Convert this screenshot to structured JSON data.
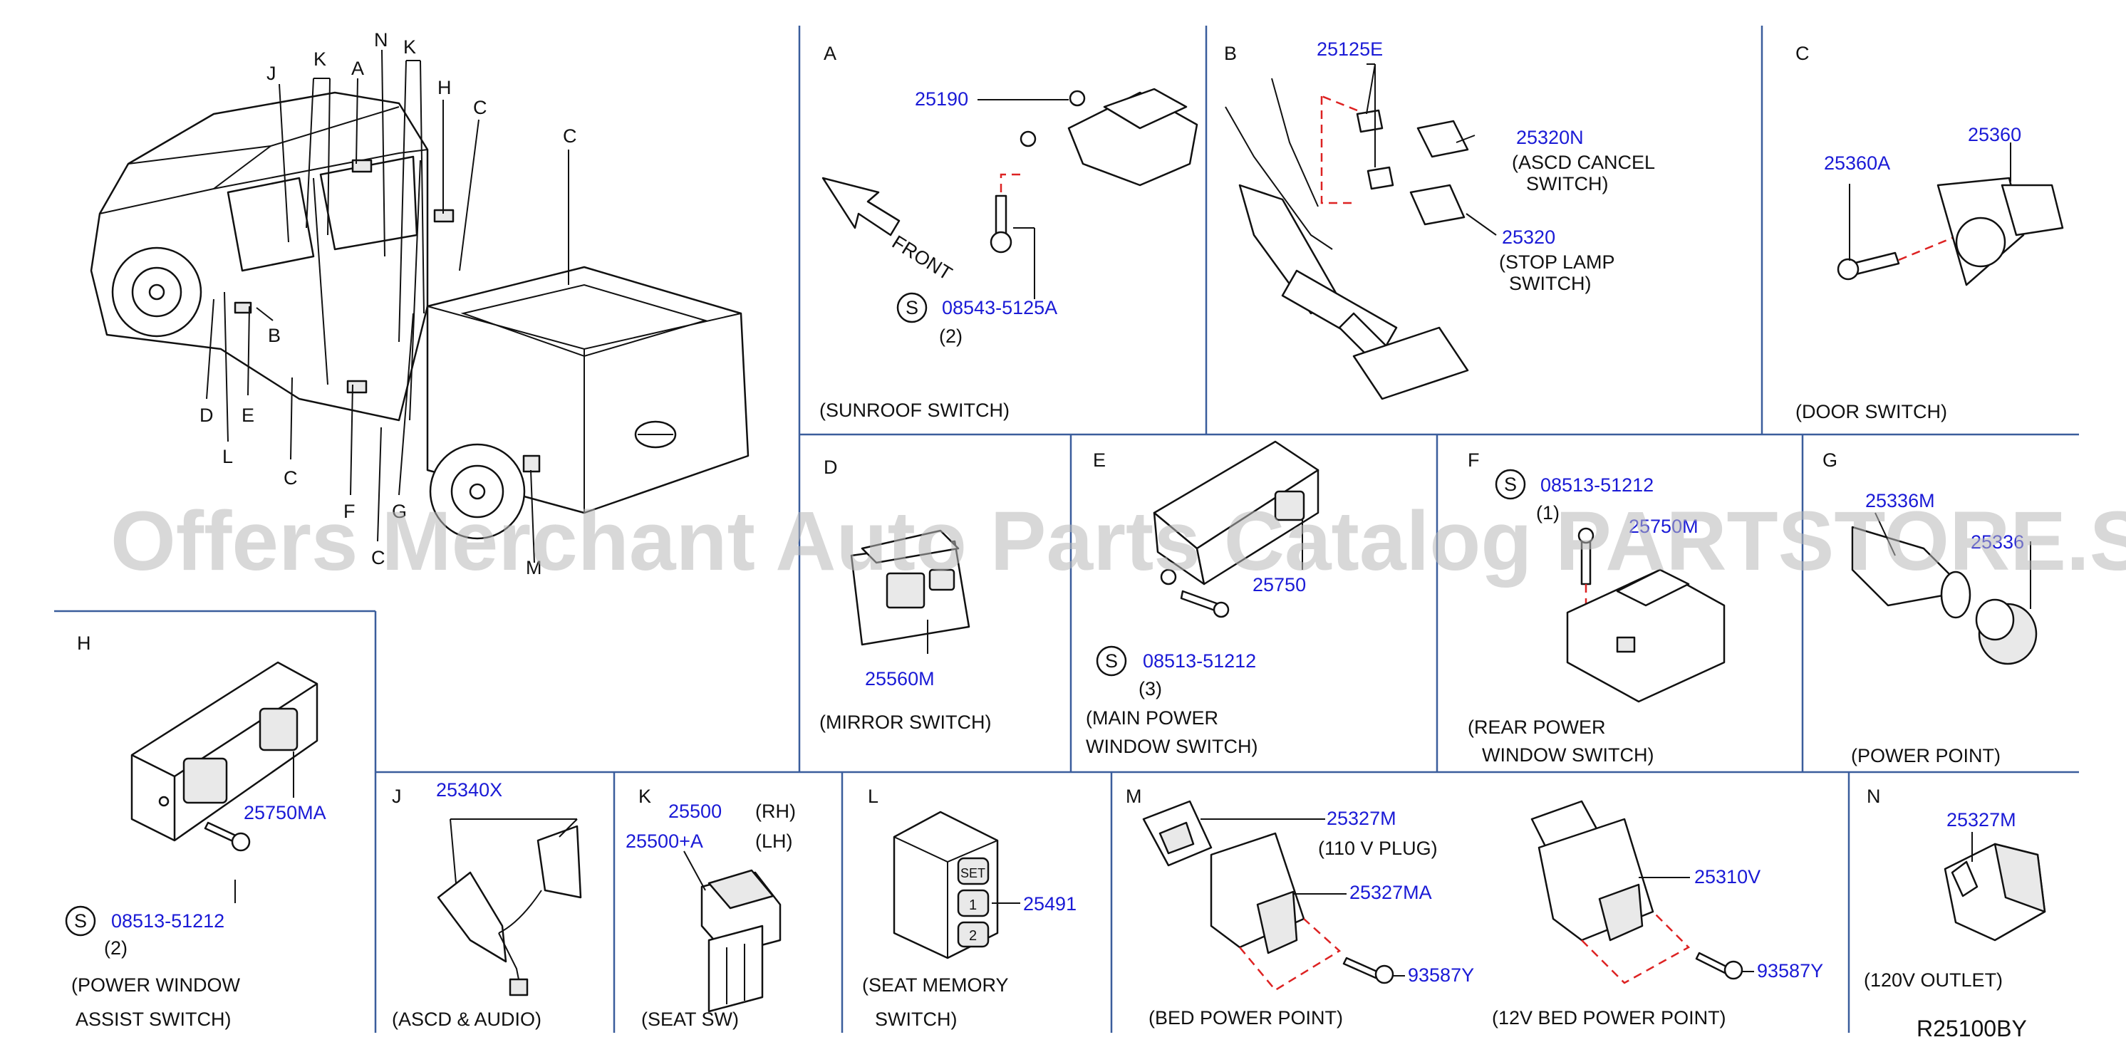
{
  "watermark": "Offers Merchant Auto Parts Catalog PARTSTORE.SA",
  "diagram_code": "R25100BY",
  "overview": {
    "callouts": [
      "J",
      "K",
      "A",
      "N",
      "K",
      "H",
      "C",
      "C",
      "B",
      "D",
      "E",
      "L",
      "C",
      "F",
      "G",
      "C",
      "M"
    ]
  },
  "panels": {
    "A": {
      "letter": "A",
      "parts": [
        "25190",
        "08543-5125A"
      ],
      "qty": "(2)",
      "s": "S",
      "front": "FRONT",
      "caption": "(SUNROOF   SWITCH)"
    },
    "B": {
      "letter": "B",
      "parts": [
        "25125E",
        "25320N",
        "25320"
      ],
      "notes": [
        "(ASCD   CANCEL",
        "SWITCH)",
        "(STOP   LAMP",
        "SWITCH)"
      ]
    },
    "C": {
      "letter": "C",
      "parts": [
        "25360A",
        "25360"
      ],
      "caption": "(DOOR   SWITCH)"
    },
    "D": {
      "letter": "D",
      "parts": [
        "25560M"
      ],
      "caption": "(MIRROR   SWITCH)"
    },
    "E": {
      "letter": "E",
      "parts": [
        "25750",
        "08513-51212"
      ],
      "qty": "(3)",
      "s": "S",
      "caption": [
        "(MAIN   POWER",
        "WINDOW   SWITCH)"
      ]
    },
    "F": {
      "letter": "F",
      "parts": [
        "08513-51212",
        "25750M"
      ],
      "qty": "(1)",
      "s": "S",
      "caption": [
        "(REAR   POWER",
        "WINDOW   SWITCH)"
      ]
    },
    "G": {
      "letter": "G",
      "parts": [
        "25336M",
        "25336"
      ],
      "caption": "(POWER   POINT)"
    },
    "H": {
      "letter": "H",
      "parts": [
        "25750MA",
        "08513-51212"
      ],
      "qty": "(2)",
      "s": "S",
      "caption": [
        "(POWER   WINDOW",
        "ASSIST   SWITCH)"
      ]
    },
    "J": {
      "letter": "J",
      "parts": [
        "25340X"
      ],
      "caption": "(ASCD   &   AUDIO)"
    },
    "K": {
      "letter": "K",
      "parts": [
        "25500",
        "25500+A"
      ],
      "sides": [
        "(RH)",
        "(LH)"
      ],
      "caption": "(SEAT   SW)"
    },
    "L": {
      "letter": "L",
      "parts": [
        "25491"
      ],
      "caption": [
        "(SEAT   MEMORY",
        "SWITCH)"
      ],
      "buttons": [
        "SET",
        "1",
        "2"
      ]
    },
    "M": {
      "letter": "M",
      "parts": [
        "25327M",
        "25327MA",
        "93587Y",
        "25310V",
        "93587Y"
      ],
      "notes": [
        "(110   V   PLUG)"
      ],
      "captions": [
        "(BED   POWER   POINT)",
        "(12V   BED   POWER   POINT)"
      ]
    },
    "N": {
      "letter": "N",
      "parts": [
        "25327M"
      ],
      "caption": "(120V   OUTLET)"
    }
  }
}
